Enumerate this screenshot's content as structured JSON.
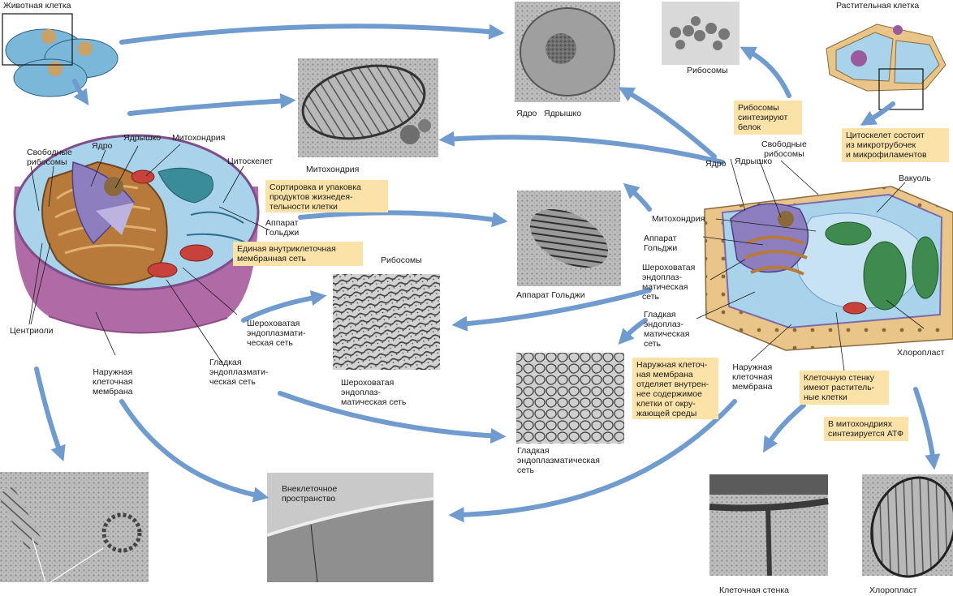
{
  "labels": {
    "animal_cell": "Животная клетка",
    "plant_cell": "Растительная клетка",
    "ribosomes_top": "Рибосомы",
    "nucleus_bottom": "Ядро",
    "nucleolus_bottom": "Ядрышко",
    "mito_photo": "Митохондрия",
    "golgi_photo": "Аппарат Гольджи",
    "rer_photo_ribosomes": "Рибосомы",
    "rer_photo": "Шероховатая\nэндоплаз-\nматическая сеть",
    "ser_photo": "Гладкая\nэндоплазматическая\nсеть",
    "extracell": "Внеклеточное\nпространство",
    "cellwall_photo": "Клеточная стенка",
    "chloro_photo": "Хлоропласт",
    "a_free_ribo": "Свободные\nрибосомы",
    "a_nucleus": "Ядро",
    "a_nucleolus": "Ядрышко",
    "a_mito": "Митохондрия",
    "a_cytoskeleton": "Цитоскелет",
    "a_golgi": "Аппарат\nГольджи",
    "a_centrioles": "Центриоли",
    "a_membrane": "Наружная\nклеточная\nмембрана",
    "a_rer": "Шероховатая\nэндоплазмати-\nческая сеть",
    "a_ser": "Гладкая\nэндоплазмати-\nческая сеть",
    "p_free_ribo": "Свободные\nрибосомы",
    "p_nucleus": "Ядро",
    "p_nucleolus": "Ядрышко",
    "p_mito": "Митохондрия",
    "p_golgi": "Аппарат\nГольджи",
    "p_rer": "Шероховатая\nэндоплаз-\nматическая\nсеть",
    "p_ser": "Гладкая\nэндоплаз-\nматическая\nсеть",
    "p_vacuole": "Вакуоль",
    "p_chloro": "Хлоропласт",
    "p_membrane": "Наружная\nклеточная\nмембрана"
  },
  "callouts": {
    "golgi_function": "Сортировка и упаковка\nпродуктов жизнедея-\nтельности клетки",
    "er_function": "Единая внутриклеточная\nмембранная сеть",
    "ribosome_function": "Рибосомы\nсинтезируют\nбелок",
    "cytoskeleton_function": "Цитоскелет состоит\nиз микротрубочек\nи микрофиламентов",
    "membrane_function": "Наружная клеточ-\nная мембрана\nотделяет внутрен-\nнее содержимое\nклетки от окру-\nжающей среды",
    "cellwall_function": "Клеточную стенку\nимеют раститель-\nные клетки",
    "mito_function": "В митохондриях\nсинтезируется АТФ"
  },
  "colors": {
    "callout": "#fbe2a8",
    "arrow": "#6f9bcf",
    "cytoplasm": "#a9d3ea",
    "nucleus": "#8d7ec0",
    "golgi": "#b77a3b",
    "membrane_side": "#b06aa5",
    "cell_wall": "#e9c58a"
  }
}
